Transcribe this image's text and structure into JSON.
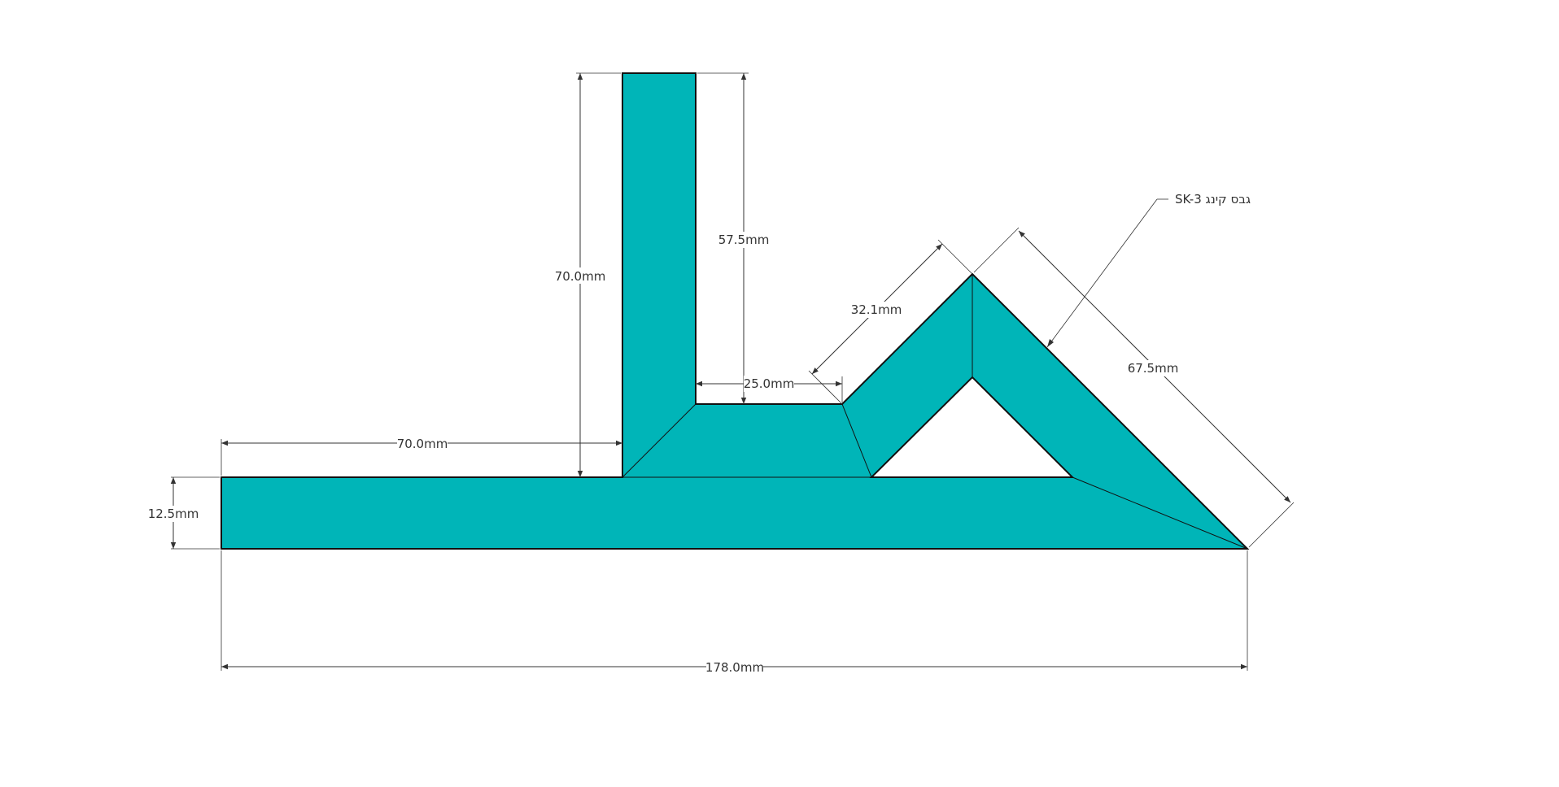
{
  "colors": {
    "profile_fill": "#00B5B8",
    "profile_stroke": "#111111",
    "dimension_line": "#333333",
    "background": "#FFFFFF"
  },
  "callout": {
    "label": "SK-3 גבס קינג"
  },
  "dimensions": {
    "total_length": "178.0mm",
    "base_thickness": "12.5mm",
    "left_flange": "70.0mm",
    "vertical_height": "70.0mm",
    "inner_vertical": "57.5mm",
    "inner_shelf": "25.0mm",
    "triangle_left_side": "32.1mm",
    "triangle_right_side": "67.5mm"
  }
}
